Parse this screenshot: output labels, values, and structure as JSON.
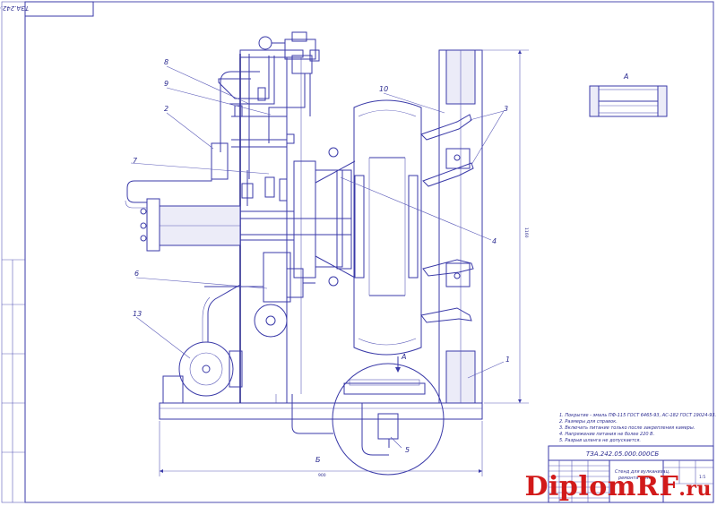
{
  "colors": {
    "line": "#3a3aa8",
    "paper": "#ffffff",
    "brand_red": "#d21a1a"
  },
  "frame": {
    "top_left_designation": "ТЗА.242.05.000.000СБ"
  },
  "view_a": {
    "label": "А"
  },
  "dimensions": {
    "height": "1160",
    "width": "900"
  },
  "callouts": [
    "8",
    "9",
    "2",
    "7",
    "6",
    "13",
    "10",
    "3",
    "4",
    "1",
    "5"
  ],
  "section_marks": {
    "arrow_a": "А",
    "view_b": "Б"
  },
  "notes": [
    "1. Покрытие - эмаль ПФ-115 ГОСТ 6465-93, АС-182 ГОСТ 19024-93.",
    "2. Размеры для справок.",
    "3. Включать питание только после закрепления камеры.",
    "4. Напряжение питания не более 220 В.",
    "5. Разрыв шланга не допускается."
  ],
  "title_block": {
    "designation": "ТЗА.242.05.000.000СБ",
    "title_line1": "Стенд для вулканизац.",
    "title_line2": "ремонта шин",
    "sheet_scale": "1:5"
  },
  "watermark": {
    "part1": "Diplom",
    "part2": "RF",
    "part3": ".ru"
  }
}
